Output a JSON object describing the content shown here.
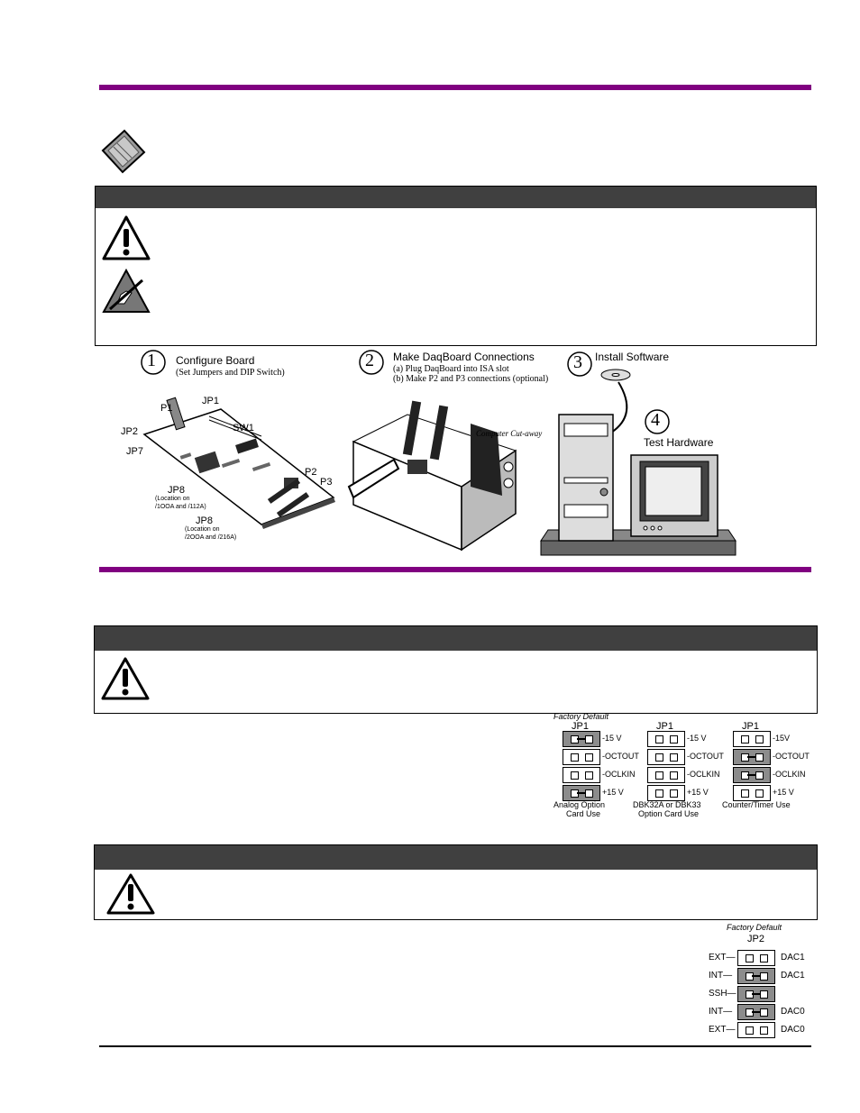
{
  "steps": [
    {
      "num": "1",
      "title": "Configure Board",
      "subtitle": "(Set Jumpers and DIP Switch)"
    },
    {
      "num": "2",
      "title": "Make DaqBoard Connections",
      "subtitle_a": "(a) Plug DaqBoard into ISA slot",
      "subtitle_b": "(b) Make P2 and P3 connections (optional)"
    },
    {
      "num": "3",
      "title": "Install Software"
    },
    {
      "num": "4",
      "title": "Test Hardware"
    }
  ],
  "board_labels": {
    "p1": "P1",
    "jp1": "JP1",
    "jp2": "JP2",
    "sw1": "SW1",
    "jp7": "JP7",
    "jp8a": "JP8",
    "jp8a_note1": "(Location on",
    "jp8a_note2": "/1OOA and /112A)",
    "jp8b": "JP8",
    "jp8b_note1": "(Location on",
    "jp8b_note2": "/2OOA and /216A)",
    "p2": "P2",
    "p3": "P3"
  },
  "cutaway_label": "Computer Cut-away",
  "jp1_section": {
    "factory_default": "Factory Default",
    "columns": [
      {
        "header": "JP1",
        "labels": [
          "-15 V",
          "-OCTOUT",
          "-OCLKIN",
          "+15 V"
        ],
        "shorted": [
          true,
          false,
          false,
          true
        ],
        "caption1": "Analog Option",
        "caption2": "Card Use"
      },
      {
        "header": "JP1",
        "labels": [
          "-15 V",
          "-OCTOUT",
          "-OCLKIN",
          "+15 V"
        ],
        "shorted": [
          false,
          false,
          false,
          false
        ],
        "caption1": "DBK32A or DBK33",
        "caption2": "Option Card Use"
      },
      {
        "header": "JP1",
        "labels": [
          "-15V",
          "-OCTOUT",
          "-OCLKIN",
          "+15 V"
        ],
        "shorted": [
          false,
          true,
          true,
          false
        ],
        "caption1": "Counter/Timer Use",
        "caption2": ""
      }
    ]
  },
  "jp2_section": {
    "factory_default": "Factory Default",
    "header": "JP2",
    "rows": [
      {
        "left": "EXT",
        "right": "DAC1",
        "shorted": false
      },
      {
        "left": "INT",
        "right": "DAC1",
        "shorted": true
      },
      {
        "left": "SSH",
        "right": "",
        "shorted": true
      },
      {
        "left": "INT",
        "right": "DAC0",
        "shorted": true
      },
      {
        "left": "EXT",
        "right": "DAC0",
        "shorted": false
      }
    ]
  },
  "colors": {
    "rule": "#800080",
    "box_header": "#404040",
    "jumper_on": "#8c8c8c"
  }
}
